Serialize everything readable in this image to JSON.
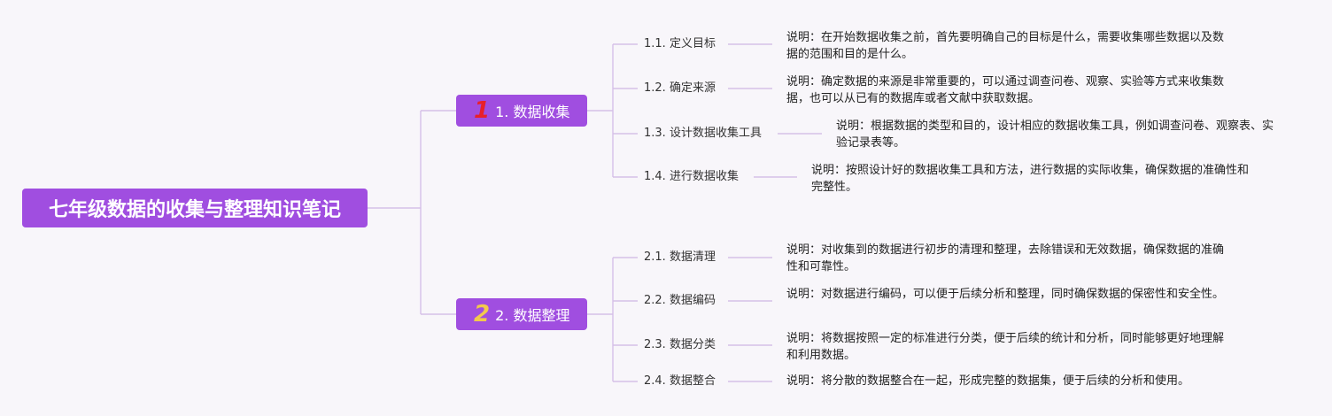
{
  "root": {
    "title": "七年级数据的收集与整理知识笔记"
  },
  "branches": [
    {
      "number": "1",
      "number_color": "#e8202a",
      "label": "1. 数据收集",
      "items": [
        {
          "label": "1.1. 定义目标",
          "note": "说明：在开始数据收集之前，首先要明确自己的目标是什么，需要收集哪些数据以及数据的范围和目的是什么。"
        },
        {
          "label": "1.2. 确定来源",
          "note": "说明：确定数据的来源是非常重要的，可以通过调查问卷、观察、实验等方式来收集数据，也可以从已有的数据库或者文献中获取数据。"
        },
        {
          "label": "1.3. 设计数据收集工具",
          "note": "说明：根据数据的类型和目的，设计相应的数据收集工具，例如调查问卷、观察表、实验记录表等。"
        },
        {
          "label": "1.4. 进行数据收集",
          "note": "说明：按照设计好的数据收集工具和方法，进行数据的实际收集，确保数据的准确性和完整性。"
        }
      ]
    },
    {
      "number": "2",
      "number_color": "#f2c94c",
      "label": "2. 数据整理",
      "items": [
        {
          "label": "2.1. 数据清理",
          "note": "说明：对收集到的数据进行初步的清理和整理，去除错误和无效数据，确保数据的准确性和可靠性。"
        },
        {
          "label": "2.2. 数据编码",
          "note": "说明：对数据进行编码，可以便于后续分析和整理，同时确保数据的保密性和安全性。"
        },
        {
          "label": "2.3. 数据分类",
          "note": "说明：将数据按照一定的标准进行分类，便于后续的统计和分析，同时能够更好地理解和利用数据。"
        },
        {
          "label": "2.4. 数据整合",
          "note": "说明：将分散的数据整合在一起，形成完整的数据集，便于后续的分析和使用。"
        }
      ]
    }
  ],
  "colors": {
    "node": "#a04ee0",
    "connector": "#d5c0e8",
    "background": "#f8f6fa"
  }
}
